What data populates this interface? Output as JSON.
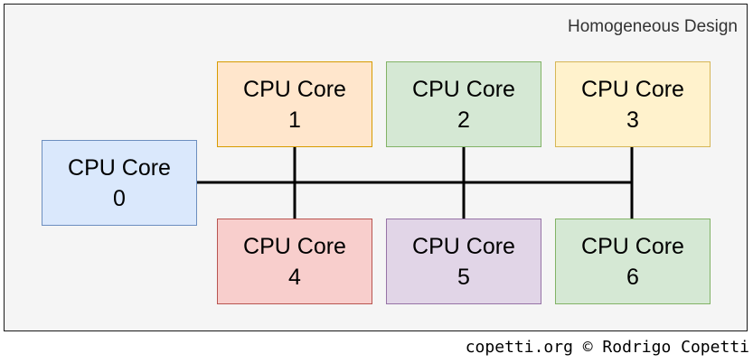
{
  "frame": {
    "title": "Homogeneous Design"
  },
  "cores": [
    {
      "label": "CPU Core",
      "number": "0",
      "fill": "#dae8fc",
      "stroke": "#6c8ebf"
    },
    {
      "label": "CPU Core",
      "number": "1",
      "fill": "#ffe6cc",
      "stroke": "#d79b00"
    },
    {
      "label": "CPU Core",
      "number": "2",
      "fill": "#d5e8d4",
      "stroke": "#82b366"
    },
    {
      "label": "CPU Core",
      "number": "3",
      "fill": "#fff2cc",
      "stroke": "#d6b656"
    },
    {
      "label": "CPU Core",
      "number": "4",
      "fill": "#f8cecc",
      "stroke": "#b85450"
    },
    {
      "label": "CPU Core",
      "number": "5",
      "fill": "#e1d5e7",
      "stroke": "#9673a6"
    },
    {
      "label": "CPU Core",
      "number": "6",
      "fill": "#d5e8d4",
      "stroke": "#82b366"
    }
  ],
  "credit": "copetti.org © Rodrigo Copetti"
}
